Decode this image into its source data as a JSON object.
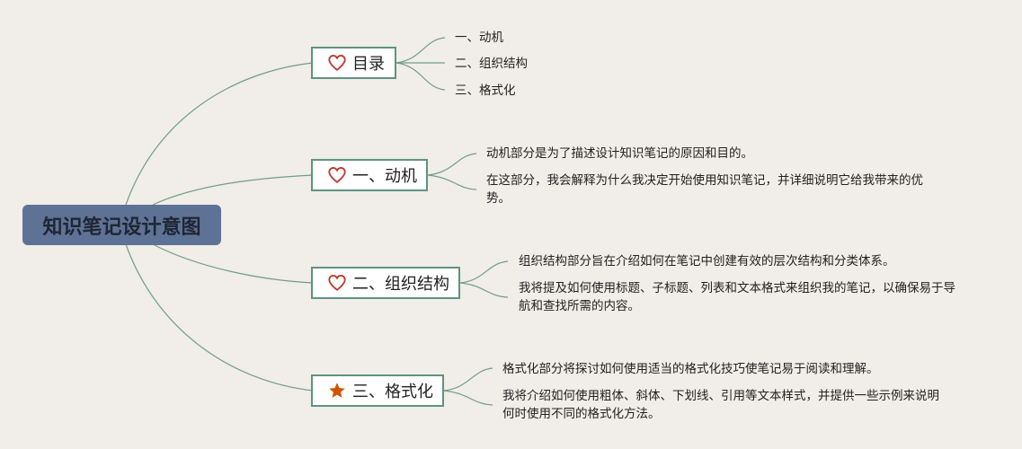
{
  "root": {
    "label": "知识笔记设计意图"
  },
  "branches": [
    {
      "id": "toc",
      "label": "目录",
      "icon": "heart-icon",
      "children": [
        "一、动机",
        "二、组织结构",
        "三、格式化"
      ]
    },
    {
      "id": "motive",
      "label": "一、动机",
      "icon": "heart-icon",
      "children": [
        "动机部分是为了描述设计知识笔记的原因和目的。",
        "在这部分，我会解释为什么我决定开始使用知识笔记，并详细说明它给我带来的优势。"
      ]
    },
    {
      "id": "structure",
      "label": "二、组织结构",
      "icon": "heart-icon",
      "children": [
        "组织结构部分旨在介绍如何在笔记中创建有效的层次结构和分类体系。",
        "我将提及如何使用标题、子标题、列表和文本格式来组织我的笔记，以确保易于导航和查找所需的内容。"
      ]
    },
    {
      "id": "format",
      "label": "三、格式化",
      "icon": "star-icon",
      "children": [
        "格式化部分将探讨如何使用适当的格式化技巧使笔记易于阅读和理解。",
        "我将介绍如何使用粗体、斜体、下划线、引用等文本样式，并提供一些示例来说明何时使用不同的格式化方法。"
      ]
    }
  ],
  "colors": {
    "background": "#f1ede8",
    "root_fill": "#5e7295",
    "node_border": "#5f9381",
    "link": "#6f9e8a",
    "heart": "#c0392b",
    "star": "#d35400"
  }
}
